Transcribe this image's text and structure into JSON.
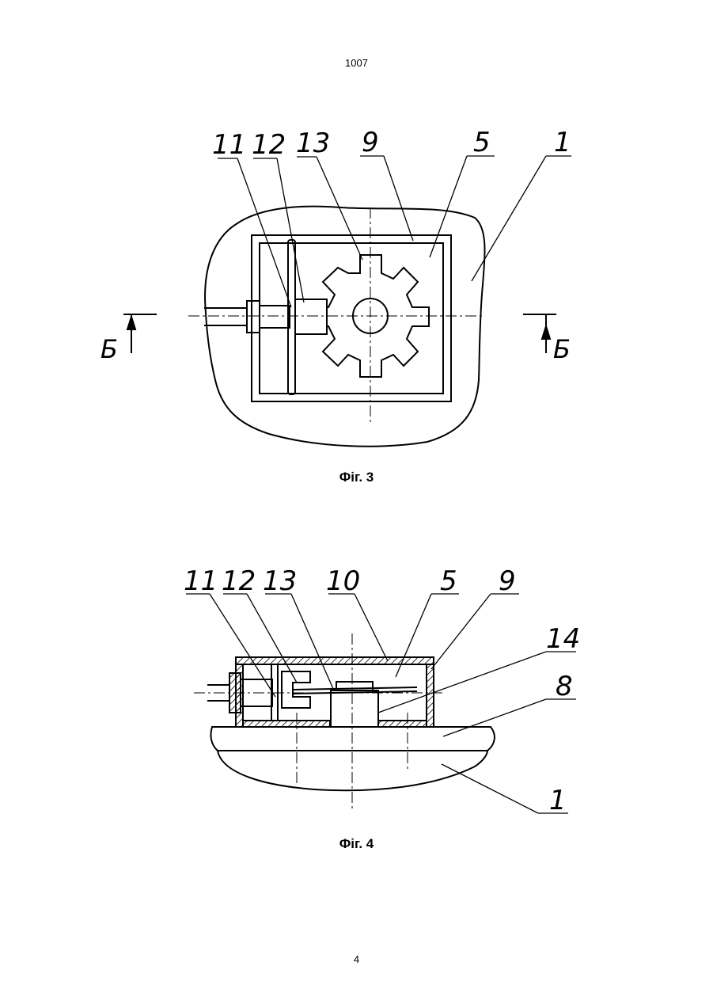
{
  "header": {
    "doc_number": "1007"
  },
  "footer": {
    "page_number": "4"
  },
  "figure3": {
    "caption": "Фіг. 3",
    "labels": [
      "11",
      "12",
      "13",
      "9",
      "5",
      "1"
    ],
    "section_mark_left": "Б",
    "section_mark_right": "Б"
  },
  "figure4": {
    "caption": "Фіг. 4",
    "labels": [
      "11",
      "12",
      "13",
      "10",
      "5",
      "9",
      "14",
      "8",
      "1"
    ]
  }
}
